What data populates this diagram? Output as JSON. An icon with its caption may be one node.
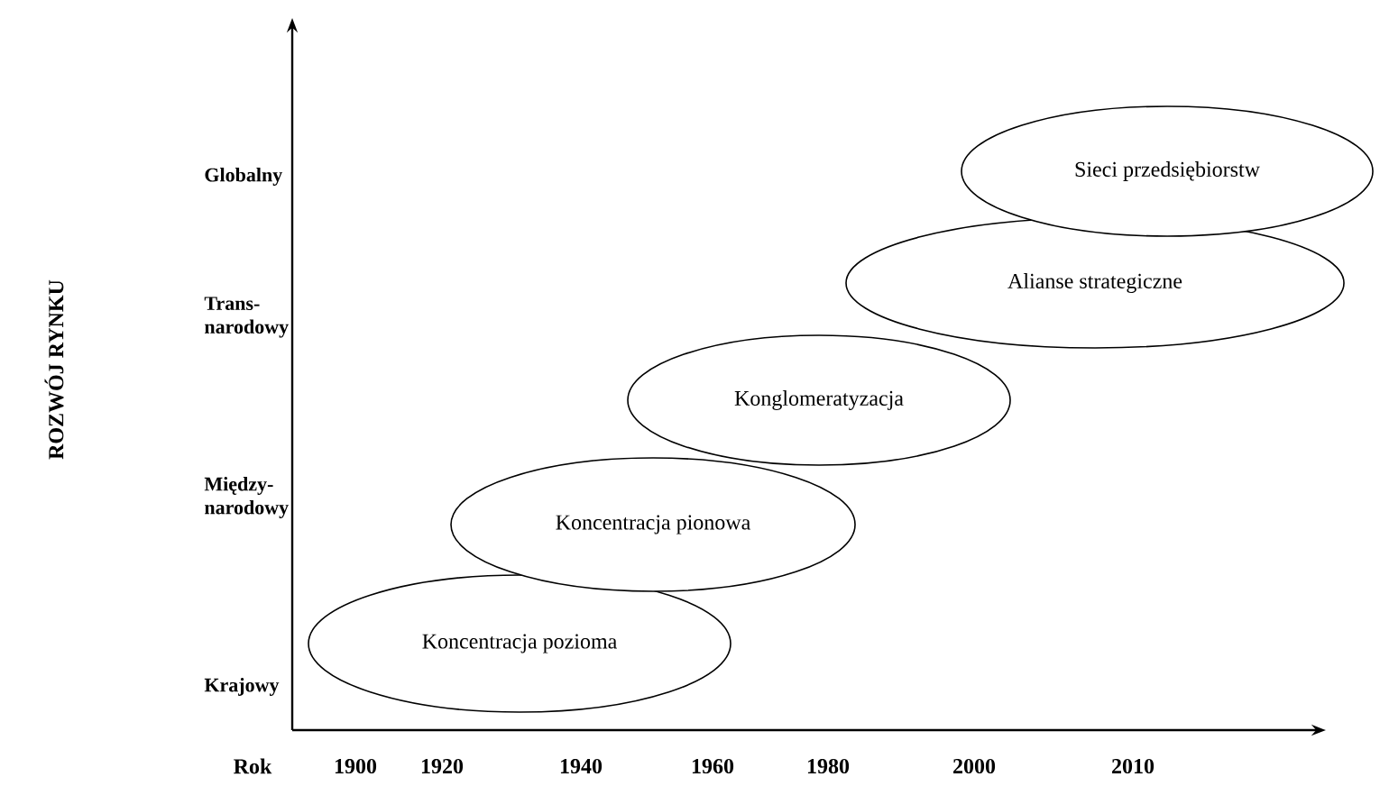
{
  "diagram": {
    "nodes": [
      {
        "text": [
          "Koncentracja pozioma"
        ]
      },
      {
        "text": [
          "Koncentracja pionowa"
        ]
      },
      {
        "text": [
          "Konglomeratyzacja"
        ]
      },
      {
        "text": [
          "Alianse strategiczne"
        ]
      },
      {
        "text": [
          "Sieci przedsiębiorstw"
        ]
      }
    ],
    "edges": [],
    "labels": [
      "ROZWÓJ RYNKU",
      "Globalny",
      "Trans- narodowy",
      "Między- narodowy",
      "Krajowy",
      "Rok",
      "1900",
      "1920",
      "1940",
      "1960",
      "1980",
      "2000",
      "2010"
    ]
  }
}
